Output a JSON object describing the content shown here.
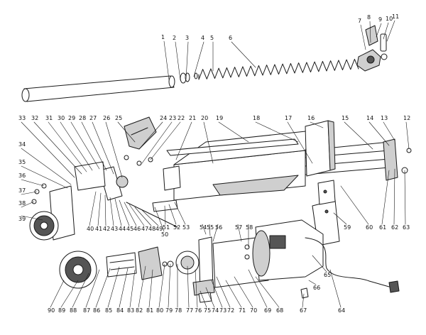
{
  "colors": {
    "ink": "#1a1a1a",
    "fill": "#ffffff",
    "shade": "#cfcfcf",
    "dark": "#555555"
  },
  "callouts": [
    "1",
    "2",
    "3",
    "4",
    "5",
    "6",
    "7",
    "8",
    "9",
    "10",
    "11",
    "12",
    "13",
    "14",
    "15",
    "16",
    "17",
    "18",
    "19",
    "20",
    "21",
    "22",
    "23",
    "24",
    "25",
    "26",
    "27",
    "28",
    "29",
    "30",
    "31",
    "32",
    "33",
    "34",
    "35",
    "36",
    "37",
    "38",
    "39",
    "40",
    "41",
    "42",
    "43",
    "44",
    "45",
    "46",
    "47",
    "48",
    "49",
    "50",
    "51",
    "52",
    "53",
    "54",
    "55",
    "56",
    "57",
    "58",
    "59",
    "60",
    "61",
    "62",
    "63",
    "64",
    "65",
    "66",
    "67",
    "68",
    "69",
    "70",
    "71",
    "72",
    "73",
    "74",
    "75",
    "76",
    "77",
    "78",
    "79",
    "80",
    "81",
    "82",
    "83",
    "84",
    "85",
    "86",
    "87",
    "88",
    "89",
    "90"
  ]
}
